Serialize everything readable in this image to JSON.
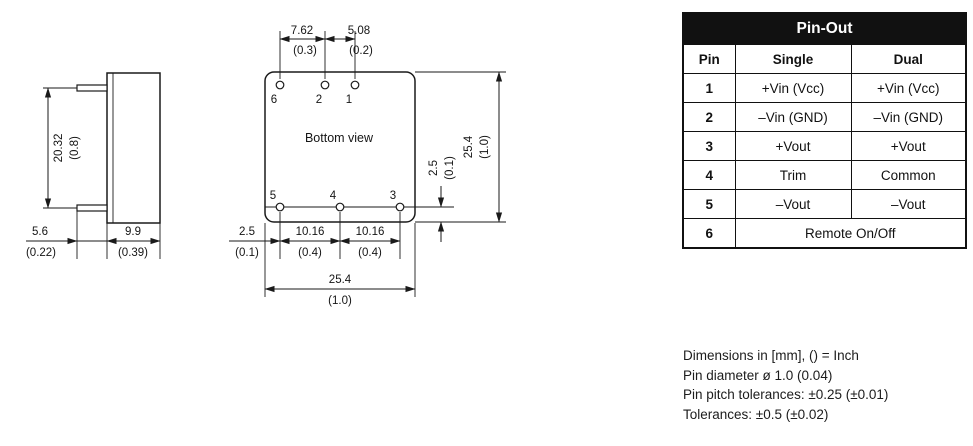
{
  "pinout": {
    "title": "Pin-Out",
    "columns": {
      "pin": "Pin",
      "single": "Single",
      "dual": "Dual"
    },
    "rows": [
      {
        "pin": "1",
        "single": "+Vin (Vcc)",
        "dual": "+Vin (Vcc)"
      },
      {
        "pin": "2",
        "single": "–Vin (GND)",
        "dual": "–Vin (GND)"
      },
      {
        "pin": "3",
        "single": "+Vout",
        "dual": "+Vout"
      },
      {
        "pin": "4",
        "single": "Trim",
        "dual": "Common"
      },
      {
        "pin": "5",
        "single": "–Vout",
        "dual": "–Vout"
      },
      {
        "pin": "6",
        "merged": "Remote On/Off"
      }
    ]
  },
  "notes": {
    "line1": "Dimensions in [mm], () = Inch",
    "line2": "Pin diameter ø 1.0 (0.04)",
    "line3": "Pin pitch tolerances: ±0.25 (±0.01)",
    "line4": "Tolerances: ±0.5 (±0.02)"
  },
  "drawing": {
    "side_view": {
      "height_mm": "20.32",
      "height_in": "(0.8)",
      "pin_len_mm": "5.6",
      "pin_len_in": "(0.22)",
      "body_mm": "9.9",
      "body_in": "(0.39)"
    },
    "bottom_view": {
      "label": "Bottom view",
      "pins_top": [
        "6",
        "2",
        "1"
      ],
      "pins_bottom": [
        "5",
        "4",
        "3"
      ],
      "pitch_a_mm": "7.62",
      "pitch_a_in": "(0.3)",
      "pitch_b_mm": "5.08",
      "pitch_b_in": "(0.2)",
      "size_h_mm": "25.4",
      "size_h_in": "(1.0)",
      "pin_edge_mm": "2.5",
      "pin_edge_in": "(0.1)",
      "left_edge_mm": "2.5",
      "left_edge_in": "(0.1)",
      "pitch_c_mm": "10.16",
      "pitch_c_in": "(0.4)",
      "pitch_d_mm": "10.16",
      "pitch_d_in": "(0.4)",
      "size_w_mm": "25.4",
      "size_w_in": "(1.0)"
    }
  }
}
